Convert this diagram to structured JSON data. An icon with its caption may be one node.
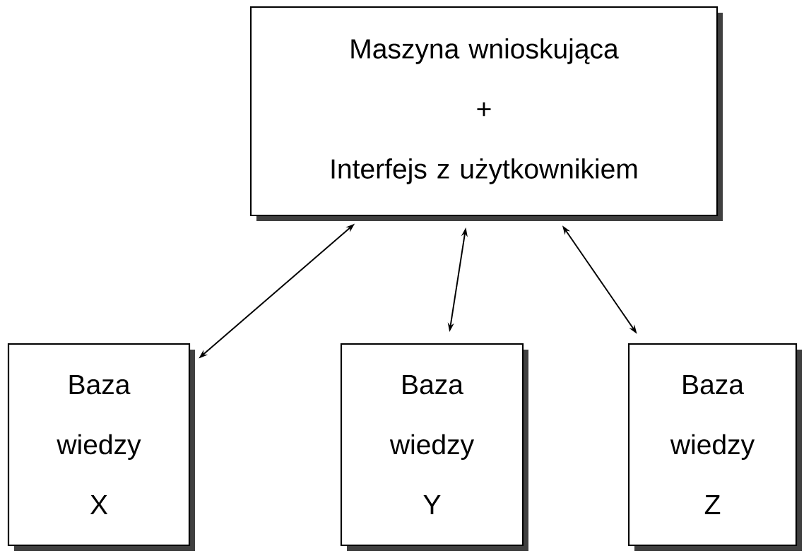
{
  "diagram": {
    "nodes": [
      {
        "text": [
          "Maszyna wnioskująca",
          "+",
          "Interfejs z użytkownikiem"
        ]
      },
      {
        "text": [
          "Baza wiedzy X"
        ]
      },
      {
        "text": [
          "Baza wiedzy Y"
        ]
      },
      {
        "text": [
          "Baza wiedzy Z"
        ]
      }
    ],
    "edges": [
      {
        "from": 0,
        "to": 1,
        "arrow": "both"
      },
      {
        "from": 0,
        "to": 2,
        "arrow": "both"
      },
      {
        "from": 0,
        "to": 3,
        "arrow": "both"
      }
    ]
  }
}
